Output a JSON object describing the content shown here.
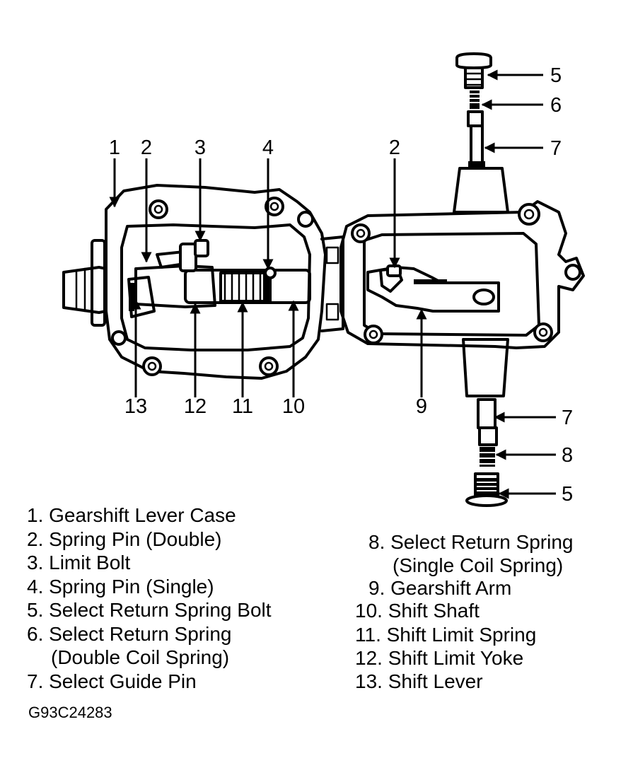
{
  "callouts": {
    "left_top": [
      "1",
      "2",
      "3",
      "4"
    ],
    "right_top": "2",
    "left_bottom": [
      "13",
      "12",
      "11",
      "10"
    ],
    "right_bottom": "9",
    "right_side": [
      "5",
      "6",
      "7",
      "7",
      "8",
      "5"
    ]
  },
  "legend": {
    "left": [
      "1. Gearshift Lever Case",
      "2. Spring Pin (Double)",
      "3. Limit Bolt",
      "4. Spring Pin (Single)",
      "5. Select Return Spring Bolt",
      "6. Select Return Spring",
      "(Double Coil Spring)",
      "7. Select Guide Pin"
    ],
    "right": [
      "8. Select Return Spring",
      "(Single Coil Spring)",
      "9. Gearshift Arm",
      "10. Shift Shaft",
      "11. Shift Limit Spring",
      "12. Shift Limit Yoke",
      "13. Shift Lever"
    ]
  },
  "figure_id": "G93C24283"
}
